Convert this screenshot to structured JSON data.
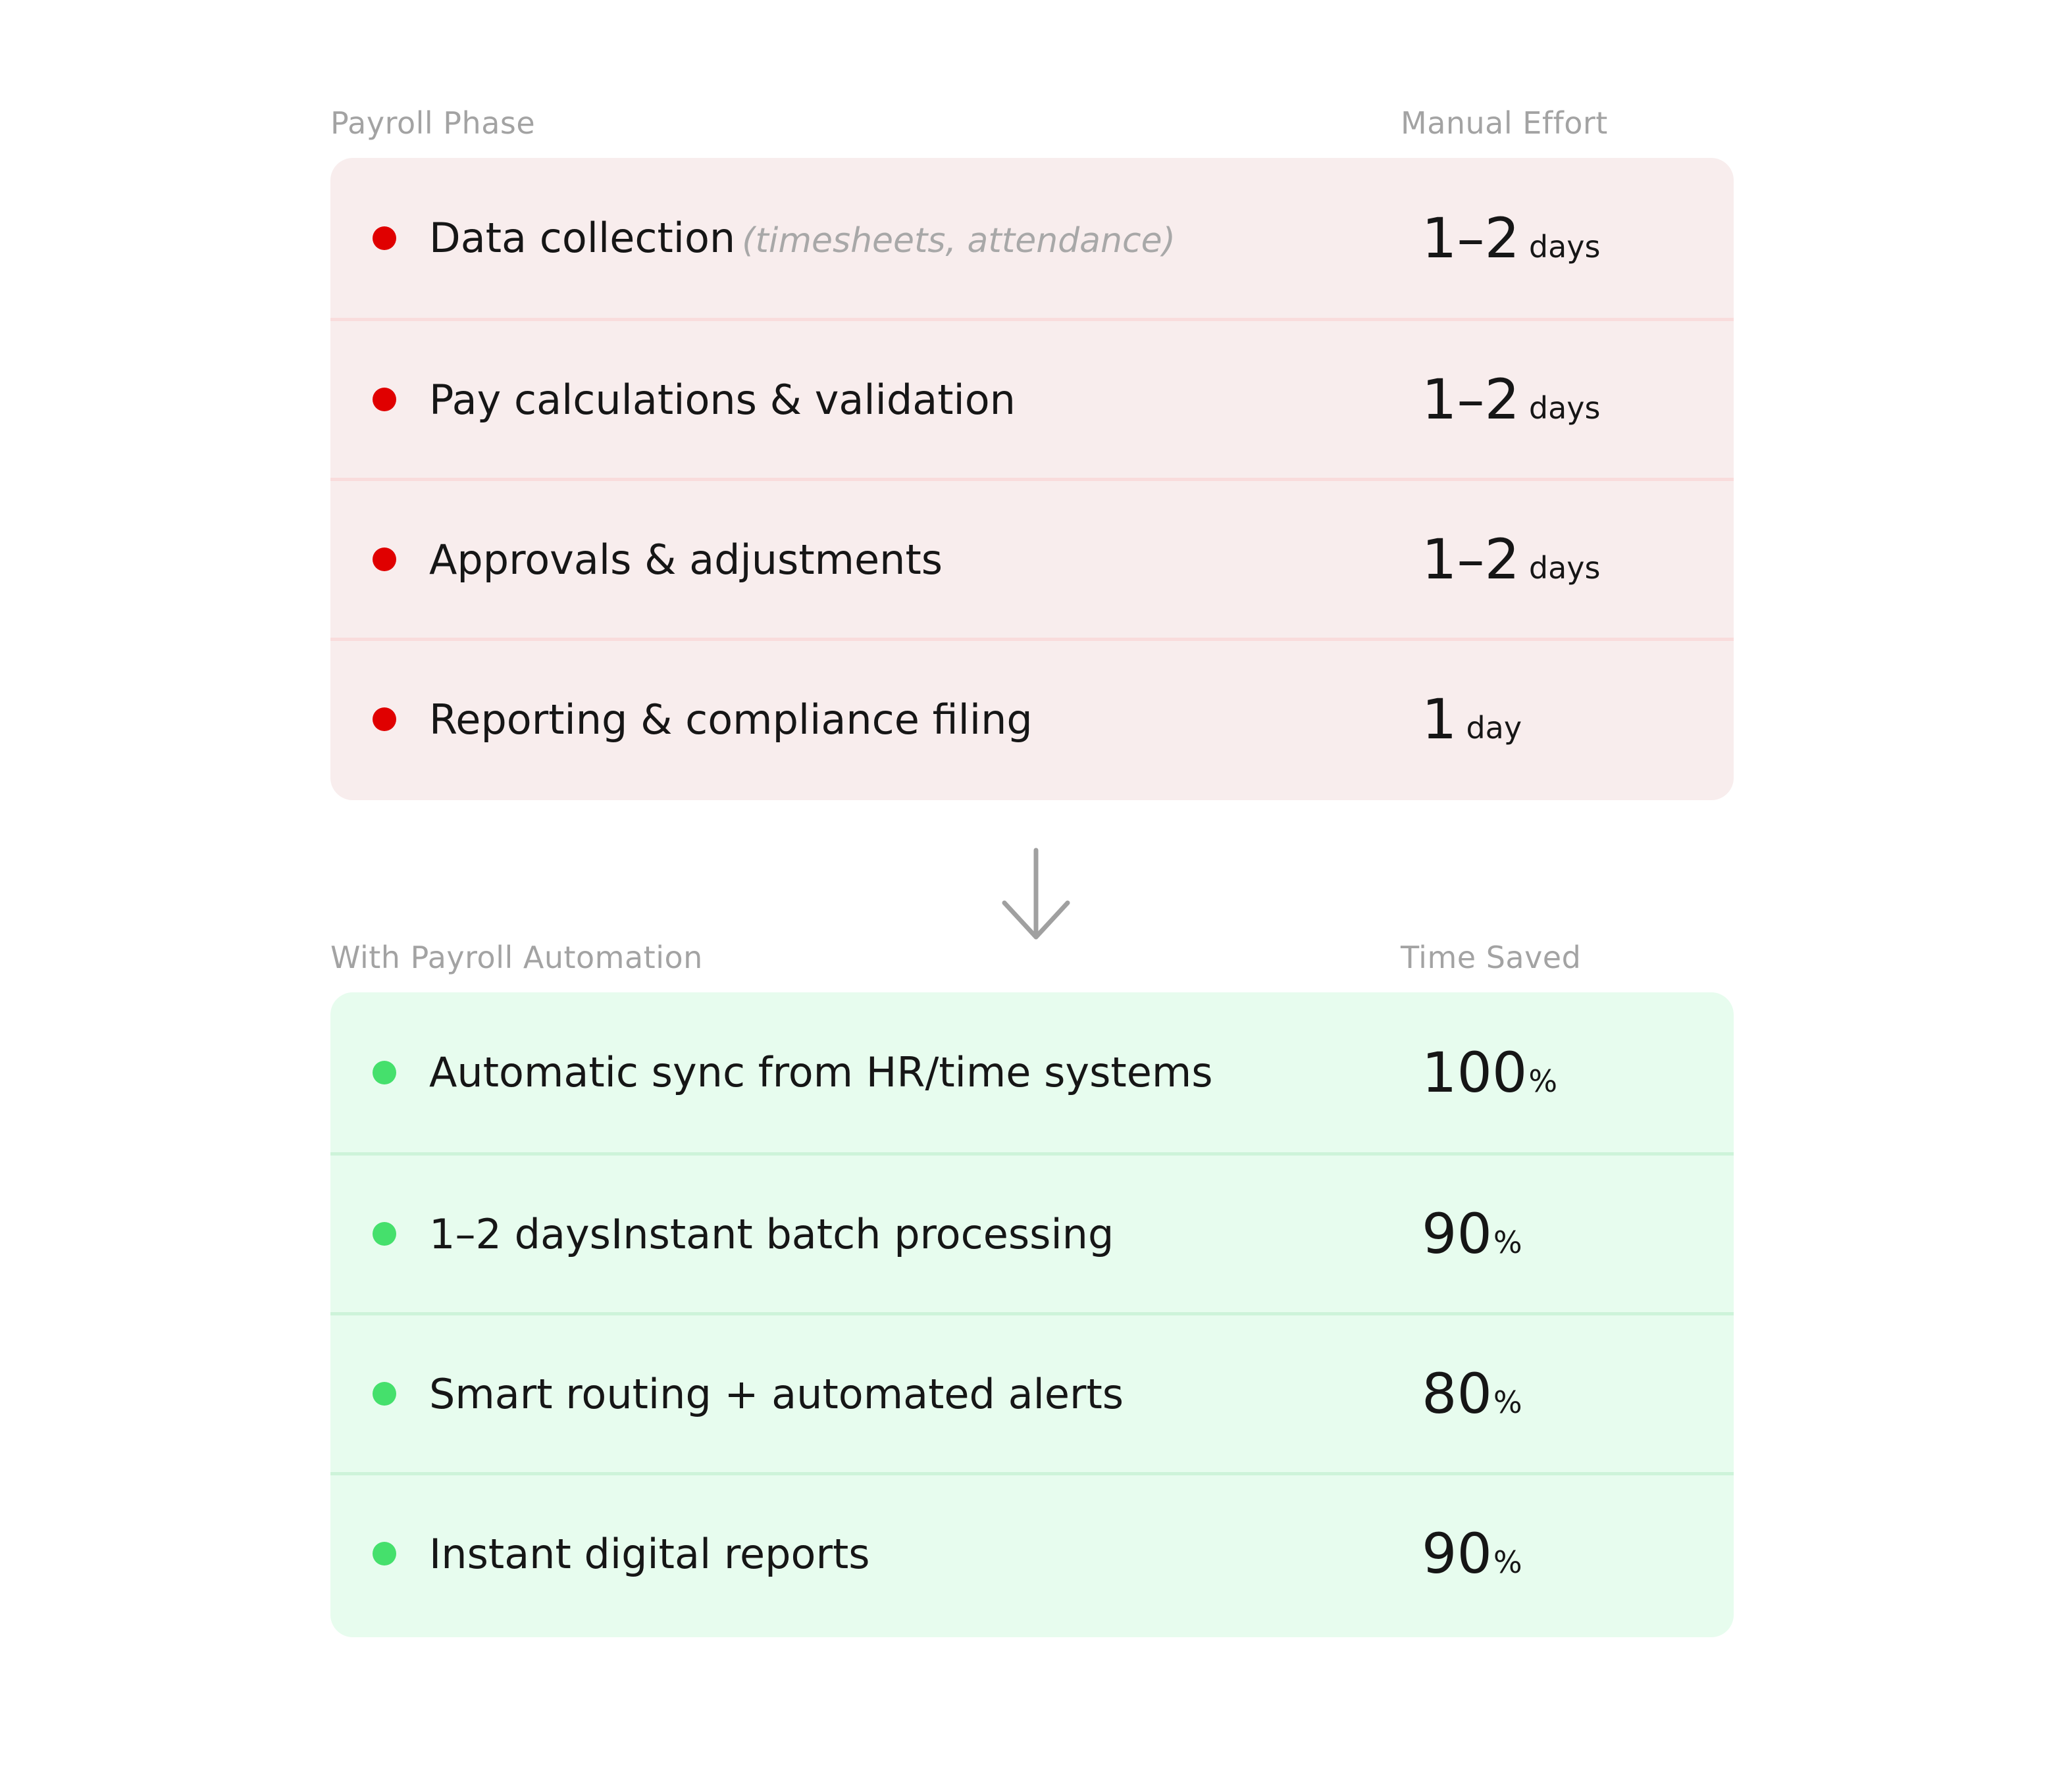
{
  "manual": {
    "header_left": "Payroll Phase",
    "header_right": "Manual Effort",
    "rows": [
      {
        "label": "Data collection",
        "note": "(timesheets, attendance)",
        "value": "1–2",
        "unit": "days"
      },
      {
        "label": "Pay calculations & validation",
        "note": "",
        "value": "1–2",
        "unit": "days"
      },
      {
        "label": "Approvals & adjustments",
        "note": "",
        "value": "1–2",
        "unit": "days"
      },
      {
        "label": "Reporting & compliance filing",
        "note": "",
        "value": "1",
        "unit": "day"
      }
    ]
  },
  "arrow_icon": "arrow-down-icon",
  "automated": {
    "header_left": "With Payroll Automation",
    "header_right": "Time Saved",
    "rows": [
      {
        "label": "Automatic sync from HR/time systems",
        "value": "100",
        "unit": "%"
      },
      {
        "label": "1–2 daysInstant batch processing",
        "value": "90",
        "unit": "%"
      },
      {
        "label": "Smart routing + automated alerts",
        "value": "80",
        "unit": "%"
      },
      {
        "label": "Instant digital reports",
        "value": "90",
        "unit": "%"
      }
    ]
  },
  "colors": {
    "manual_bg": "#f8eded",
    "manual_dot": "#e00000",
    "automated_bg": "#e7fcee",
    "automated_dot": "#45e06c",
    "header_text": "#a3a3a3"
  }
}
